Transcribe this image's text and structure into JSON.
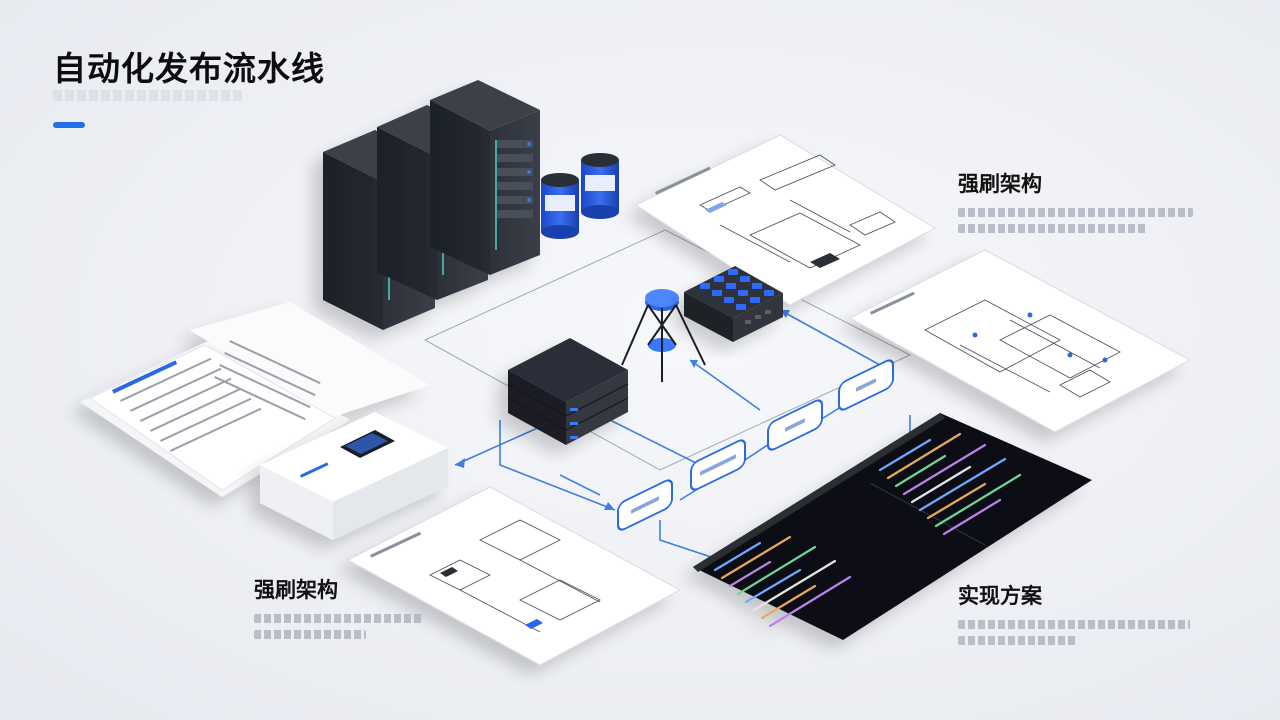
{
  "header": {
    "title": "自动化发布流水线"
  },
  "captions": [
    {
      "heading": "强刷架构"
    },
    {
      "heading": "强刷架构"
    },
    {
      "heading": "实现方案"
    }
  ],
  "colors": {
    "accent": "#1f6fe6",
    "server_dark": "#2a2e36",
    "code_bg": "#0f1115",
    "flow_line": "#3f7fe0"
  },
  "icons": [
    "server-rack-icon",
    "database-icon",
    "network-switch-icon",
    "flow-node-icon",
    "code-editor-icon",
    "document-icon",
    "book-icon",
    "hardware-box-icon"
  ]
}
